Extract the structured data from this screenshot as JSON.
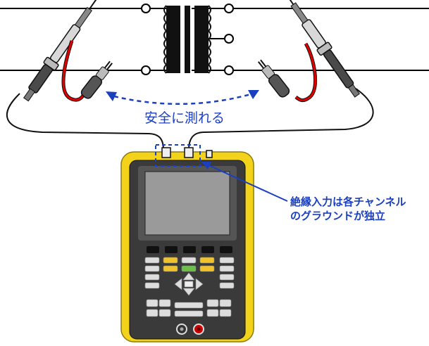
{
  "labels": {
    "safe_measure": "安全に測れる",
    "isolated_line1": "絶縁入力は各チャンネル",
    "isolated_line2": "のグラウンドが独立"
  },
  "colors": {
    "annotation": "#1a3fbf",
    "scope_body": "#f2d21a",
    "scope_face": "#3a3a3a",
    "screen": "#9a9a9a",
    "probe_lead": "#e00000",
    "green_key": "#6cc04a",
    "yellow_key": "#f0c22c"
  },
  "icons": {
    "transformer": "transformer-symbol",
    "probe": "voltage-probe",
    "clip": "alligator-clip",
    "oscilloscope": "handheld-oscilloscope"
  }
}
